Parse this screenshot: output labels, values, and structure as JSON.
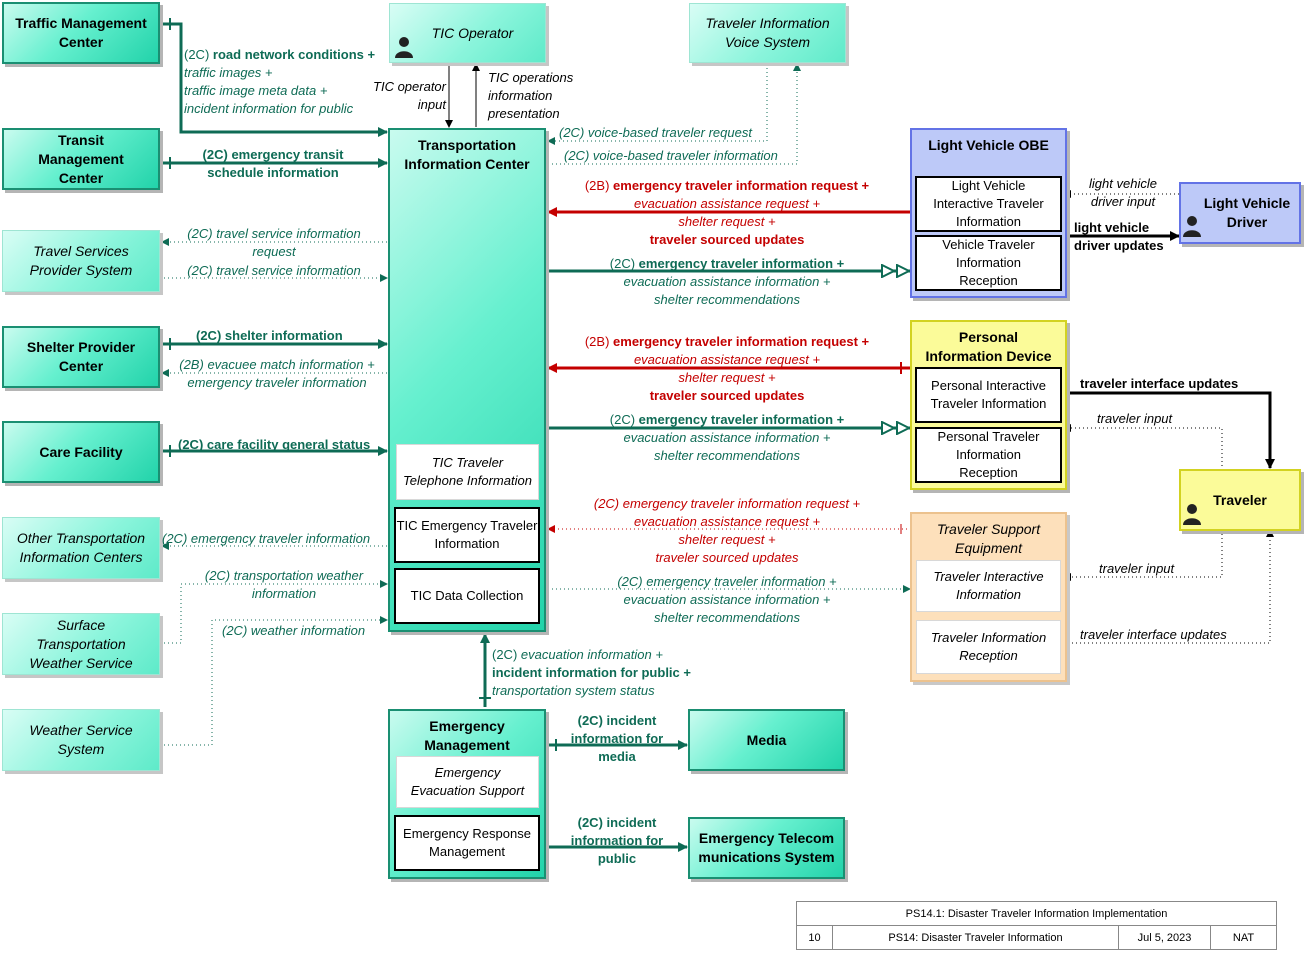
{
  "nodes": {
    "traffic_mgmt": "Traffic Management Center",
    "transit_mgmt": "Transit Management Center",
    "travel_services": "Travel Services Provider System",
    "shelter_provider": "Shelter Provider Center",
    "care_facility": "Care Facility",
    "other_tic": "Other Transportation Information Centers",
    "surface_weather": "Surface Transportation Weather Service",
    "weather_service": "Weather Service System",
    "tic_operator": "TIC Operator",
    "voice_system": "Traveler Information Voice System",
    "tic": "Transportation Information Center",
    "tic_telephone": "TIC Traveler Telephone Information",
    "tic_emergency": "TIC Emergency Traveler Information",
    "tic_data": "TIC Data Collection",
    "emergency_mgmt": "Emergency Management",
    "em_evac": "Emergency Evacuation Support",
    "em_response": "Emergency Response Management",
    "media": "Media",
    "etelecom": "Emergency Telecommunications System",
    "lv_obe": "Light Vehicle OBE",
    "lv_interactive": "Light Vehicle Interactive Traveler Information",
    "lv_reception": "Vehicle Traveler Information Reception",
    "lv_driver": "Light Vehicle Driver",
    "pid": "Personal Information Device",
    "pid_interactive": "Personal Interactive Traveler Information",
    "pid_reception": "Personal Traveler Information Reception",
    "traveler": "Traveler",
    "tse": "Traveler Support Equipment",
    "tse_interactive": "Traveler Interactive Information",
    "tse_reception": "Traveler Information Reception"
  },
  "flows": {
    "f_tmc_1": "road network conditions +",
    "f_tmc_2": "traffic images +",
    "f_tmc_3": "traffic image meta data +",
    "f_tmc_4": "incident information for public",
    "f_transit_1": "emergency transit",
    "f_transit_2": "schedule information",
    "f_ts_req_1": "travel service information",
    "f_ts_req_2": "request",
    "f_ts_info": "travel service information",
    "f_shelter": "shelter information",
    "f_evac_1": "evacuee match information +",
    "f_evac_2": "emergency traveler information",
    "f_care": "care facility general status",
    "f_other": "emergency traveler information",
    "f_stws_1": "transportation weather",
    "f_stws_2": "information",
    "f_wx": "weather information",
    "f_op_in_1": "TIC operator",
    "f_op_in_2": "input",
    "f_op_pres_1": "TIC operations",
    "f_op_pres_2": "information",
    "f_op_pres_3": "presentation",
    "f_voice_req": "voice-based traveler request",
    "f_voice_info": "voice-based traveler information",
    "f_req_1": "emergency traveler information request +",
    "f_req_2": "evacuation assistance request +",
    "f_req_3": "shelter request +",
    "f_req_4": "traveler sourced updates",
    "f_out_1": "emergency traveler information +",
    "f_out_2": "evacuation assistance information +",
    "f_out_3": "shelter recommendations",
    "f_lvd_in_1": "light vehicle",
    "f_lvd_in_2": "driver input",
    "f_lvd_up_1": "light vehicle",
    "f_lvd_up_2": "driver updates",
    "f_ti_updates": "traveler interface updates",
    "f_t_input": "traveler input",
    "f_em_1": "evacuation information +",
    "f_em_2": "incident information for public +",
    "f_em_3": "transportation system status",
    "f_media_1": "incident",
    "f_media_2": "information for",
    "f_media_3": "media",
    "f_pub_1": "incident",
    "f_pub_2": "information for",
    "f_pub_3": "public",
    "tag_2c": "(2C)",
    "tag_2b": "(2B)"
  },
  "title_block": {
    "title": "PS14.1: Disaster Traveler Information Implementation",
    "num": "10",
    "package": "PS14: Disaster Traveler Information",
    "date": "Jul 5, 2023",
    "scope": "NAT"
  },
  "colors": {
    "teal_flow": "#0e6b55",
    "red_flow": "#c40000",
    "black_flow": "#000000"
  }
}
